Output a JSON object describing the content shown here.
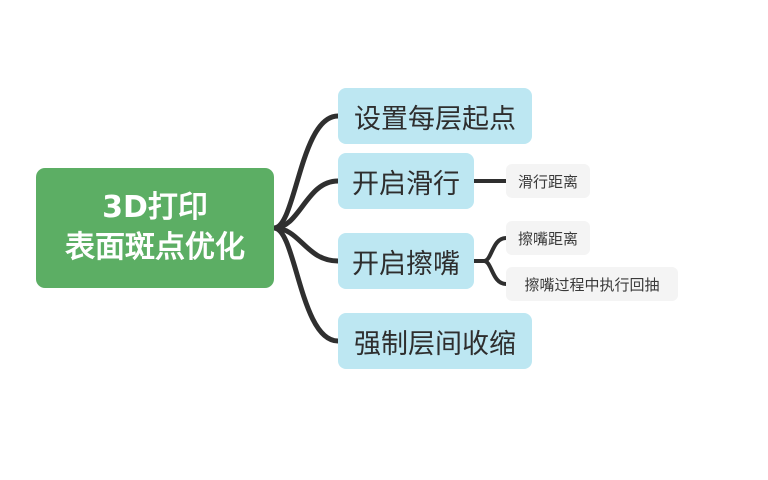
{
  "mindmap": {
    "root": {
      "line1": "3D打印",
      "line2": "表面斑点优化"
    },
    "branches": [
      {
        "label": "设置每层起点",
        "children": []
      },
      {
        "label": "开启滑行",
        "children": [
          {
            "label": "滑行距离"
          }
        ]
      },
      {
        "label": "开启擦嘴",
        "children": [
          {
            "label": "擦嘴距离"
          },
          {
            "label": "擦嘴过程中执行回抽"
          }
        ]
      },
      {
        "label": "强制层间收缩",
        "children": []
      }
    ]
  },
  "colors": {
    "root_fill": "#5cae64",
    "root_text": "#ffffff",
    "branch_fill": "#bde7f2",
    "branch_text": "#2e2e2e",
    "leaf_fill": "#f4f4f4",
    "leaf_text": "#3a3a3a",
    "connector": "#2f2f2f"
  }
}
